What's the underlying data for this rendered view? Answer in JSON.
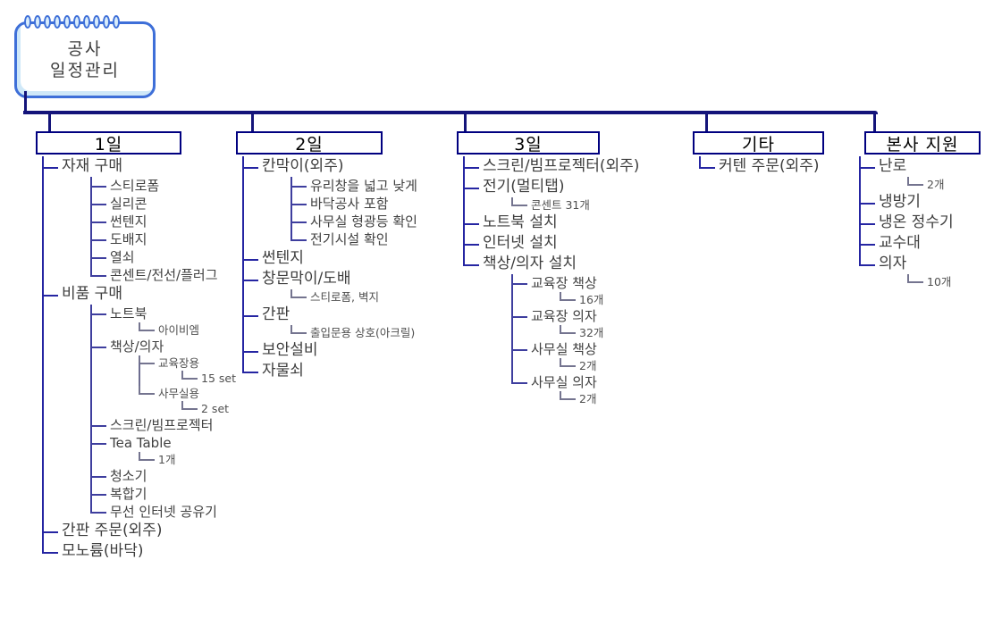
{
  "root": {
    "line1": "공사",
    "line2": "일정관리"
  },
  "colors": {
    "connector_navy": "#14147a",
    "branch_box_border": "#000080",
    "root_border_blue": "#3e6fd8",
    "root_inner_shadow": "#cfe8f8",
    "tree_line_level1": "#2525a2",
    "tree_line_level2": "#3e3e9e",
    "tree_line_deep": "#6d6d90",
    "text_dark": "#3d3d3d"
  },
  "columns": [
    {
      "title": "1일",
      "items": [
        {
          "t": "자재 구매",
          "children": [
            {
              "t": "스티로폼"
            },
            {
              "t": "실리콘"
            },
            {
              "t": "썬텐지"
            },
            {
              "t": "도배지"
            },
            {
              "t": "열쇠"
            },
            {
              "t": "콘센트/전선/플러그"
            }
          ]
        },
        {
          "t": "비품 구매",
          "children": [
            {
              "t": "노트북",
              "children": [
                {
                  "t": "아이비엠",
                  "small": true
                }
              ]
            },
            {
              "t": "책상/의자",
              "children": [
                {
                  "t": "교육장용",
                  "small": true,
                  "children": [
                    {
                      "t": "15 set",
                      "small": true
                    }
                  ]
                },
                {
                  "t": "사무실용",
                  "small": true,
                  "children": [
                    {
                      "t": "2 set",
                      "small": true
                    }
                  ]
                }
              ]
            },
            {
              "t": "스크린/빔프로젝터"
            },
            {
              "t": "Tea Table",
              "children": [
                {
                  "t": "1개",
                  "small": true
                }
              ]
            },
            {
              "t": "청소기"
            },
            {
              "t": "복합기"
            },
            {
              "t": "무선 인터넷 공유기"
            }
          ]
        },
        {
          "t": "간판 주문(외주)"
        },
        {
          "t": "모노륨(바닥)"
        }
      ]
    },
    {
      "title": "2일",
      "items": [
        {
          "t": "칸막이(외주)",
          "children": [
            {
              "t": "유리창을 넓고 낮게"
            },
            {
              "t": "바닥공사 포함"
            },
            {
              "t": "사무실 형광등 확인"
            },
            {
              "t": "전기시설 확인"
            }
          ]
        },
        {
          "t": "썬텐지"
        },
        {
          "t": "창문막이/도배",
          "children": [
            {
              "t": "스티로폼, 벽지",
              "small": true
            }
          ]
        },
        {
          "t": "간판",
          "children": [
            {
              "t": "출입문용 상호(아크릴)",
              "small": true
            }
          ]
        },
        {
          "t": "보안설비"
        },
        {
          "t": "자물쇠"
        }
      ]
    },
    {
      "title": "3일",
      "items": [
        {
          "t": "스크린/빔프로젝터(외주)"
        },
        {
          "t": "전기(멀티탭)",
          "children": [
            {
              "t": "콘센트 31개",
              "small": true
            }
          ]
        },
        {
          "t": "노트북 설치"
        },
        {
          "t": "인터넷 설치"
        },
        {
          "t": "책상/의자 설치",
          "children": [
            {
              "t": "교육장 책상",
              "children": [
                {
                  "t": "16개",
                  "small": true
                }
              ]
            },
            {
              "t": "교육장 의자",
              "children": [
                {
                  "t": "32개",
                  "small": true
                }
              ]
            },
            {
              "t": "사무실 책상",
              "children": [
                {
                  "t": "2개",
                  "small": true
                }
              ]
            },
            {
              "t": "사무실 의자",
              "children": [
                {
                  "t": "2개",
                  "small": true
                }
              ]
            }
          ]
        }
      ]
    },
    {
      "title": "기타",
      "items": [
        {
          "t": "커텐 주문(외주)"
        }
      ]
    },
    {
      "title": "본사 지원",
      "items": [
        {
          "t": "난로",
          "children": [
            {
              "t": "2개",
              "small": true
            }
          ]
        },
        {
          "t": "냉방기"
        },
        {
          "t": "냉온 정수기"
        },
        {
          "t": "교수대"
        },
        {
          "t": "의자",
          "children": [
            {
              "t": "10개",
              "small": true
            }
          ]
        }
      ]
    }
  ]
}
